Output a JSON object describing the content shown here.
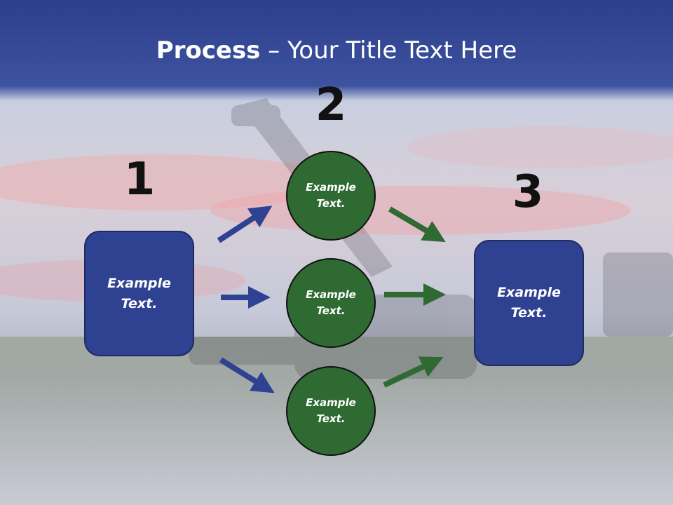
{
  "slide": {
    "title_bold": "Process",
    "title_rest": " – Your Title Text Here"
  },
  "steps": [
    {
      "number": "1",
      "text": "Example Text."
    },
    {
      "number": "2",
      "items": [
        "Example Text.",
        "Example Text.",
        "Example Text."
      ]
    },
    {
      "number": "3",
      "text": "Example Text."
    }
  ],
  "colors": {
    "header_blue": "#2f4191",
    "box_blue": "#2f4191",
    "circle_green": "#2e6a32",
    "arrow_blue": "#2f4191",
    "arrow_green": "#2e6a32"
  }
}
